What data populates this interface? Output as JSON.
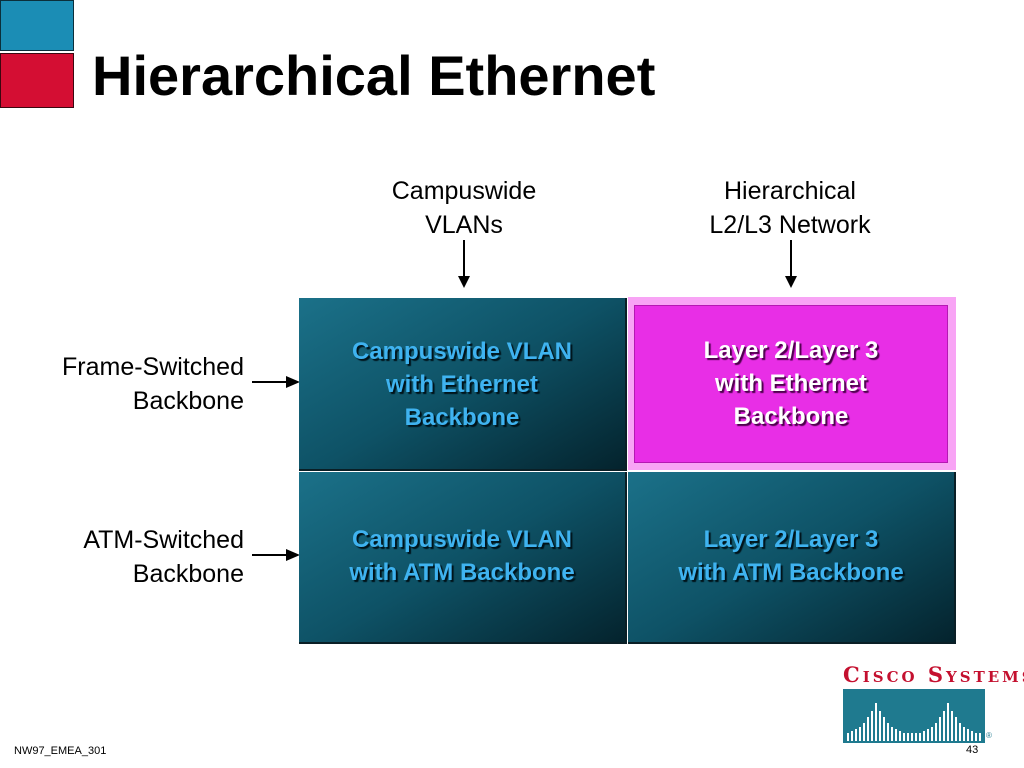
{
  "colors": {
    "accent_blue": "#1b8db5",
    "accent_red": "#d40e33",
    "highlight": "#e82ee6",
    "cell_text": "#3fb3f0"
  },
  "title": "Hierarchical Ethernet",
  "columns": [
    {
      "line1": "Campuswide",
      "line2": "VLANs"
    },
    {
      "line1": "Hierarchical",
      "line2": "L2/L3 Network"
    }
  ],
  "rows": [
    {
      "line1": "Frame-Switched",
      "line2": "Backbone"
    },
    {
      "line1": "ATM-Switched",
      "line2": "Backbone"
    }
  ],
  "cells": [
    {
      "lines": [
        "Campuswide VLAN",
        "with Ethernet",
        "Backbone"
      ],
      "highlighted": false
    },
    {
      "lines": [
        "Layer 2/Layer 3",
        "with Ethernet",
        "Backbone"
      ],
      "highlighted": true
    },
    {
      "lines": [
        "Campuswide VLAN",
        "with ATM Backbone"
      ],
      "highlighted": false
    },
    {
      "lines": [
        "Layer 2/Layer 3",
        "with ATM Backbone"
      ],
      "highlighted": false
    }
  ],
  "footer": {
    "code": "NW97_EMEA_301",
    "page": "43"
  },
  "logo": {
    "text": "Cisco Systems",
    "icon": "cisco-bridge-logo"
  }
}
